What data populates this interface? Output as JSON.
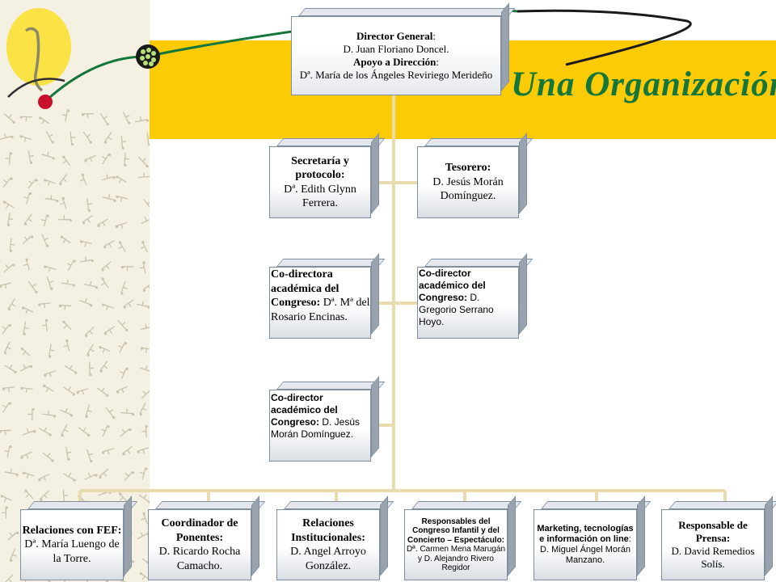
{
  "slide": {
    "title": "Una Organización"
  },
  "colors": {
    "band": "#fdcb05",
    "title": "#14763a",
    "connector": "#e8dcae",
    "box_border": "#7f8fa0",
    "box_side": "#9aa3ad"
  },
  "icons": [
    "logo-sprout-icon",
    "dot-cluster-icon",
    "red-seed-icon"
  ],
  "director": {
    "role_label": "Director General",
    "role_colon": ":",
    "name": "D. Juan Floriano Doncel.",
    "support_label": "Apoyo a Dirección",
    "support_colon": ":",
    "support_name": "Dª. María de los Ángeles Reviriego Merideño"
  },
  "secretaria": {
    "role": "Secretaría y protocolo:",
    "name": "Dª. Edith Glynn Ferrera."
  },
  "tesorero": {
    "role": "Tesorero:",
    "name": "D. Jesús Morán Domínguez."
  },
  "codir_rosario": {
    "role": "Co-directora académica del Congreso:",
    "name": "Dª. Mª del Rosario Encinas."
  },
  "codir_gregorio": {
    "role": "Co-director académico del Congreso:",
    "name": "D. Gregorio Serrano Hoyo."
  },
  "codir_jesus": {
    "role": "Co-director académico del Congreso:",
    "name": "D. Jesús Morán Domínguez."
  },
  "bottom": {
    "relaciones_fef": {
      "role": "Relaciones con FEF:",
      "name": "Dª. María Luengo de la Torre."
    },
    "coordinador": {
      "role": "Coordinador de Ponentes:",
      "name": "D. Ricardo Rocha Camacho."
    },
    "relaciones_inst": {
      "role": "Relaciones Institucionales:",
      "name": "D. Angel Arroyo González."
    },
    "responsables": {
      "role": "Responsables del Congreso Infantil y del Concierto – Espectáculo:",
      "name": "Dª. Carmen Mena Marugán y D. Alejandro Rivero Regidor"
    },
    "marketing": {
      "role": "Marketing, tecnologías e información on line",
      "colon": ":",
      "name": "D. Miguel Ángel Morán Manzano."
    },
    "prensa": {
      "role": "Responsable de Prensa:",
      "name": "D. David Remedios Solís."
    }
  }
}
